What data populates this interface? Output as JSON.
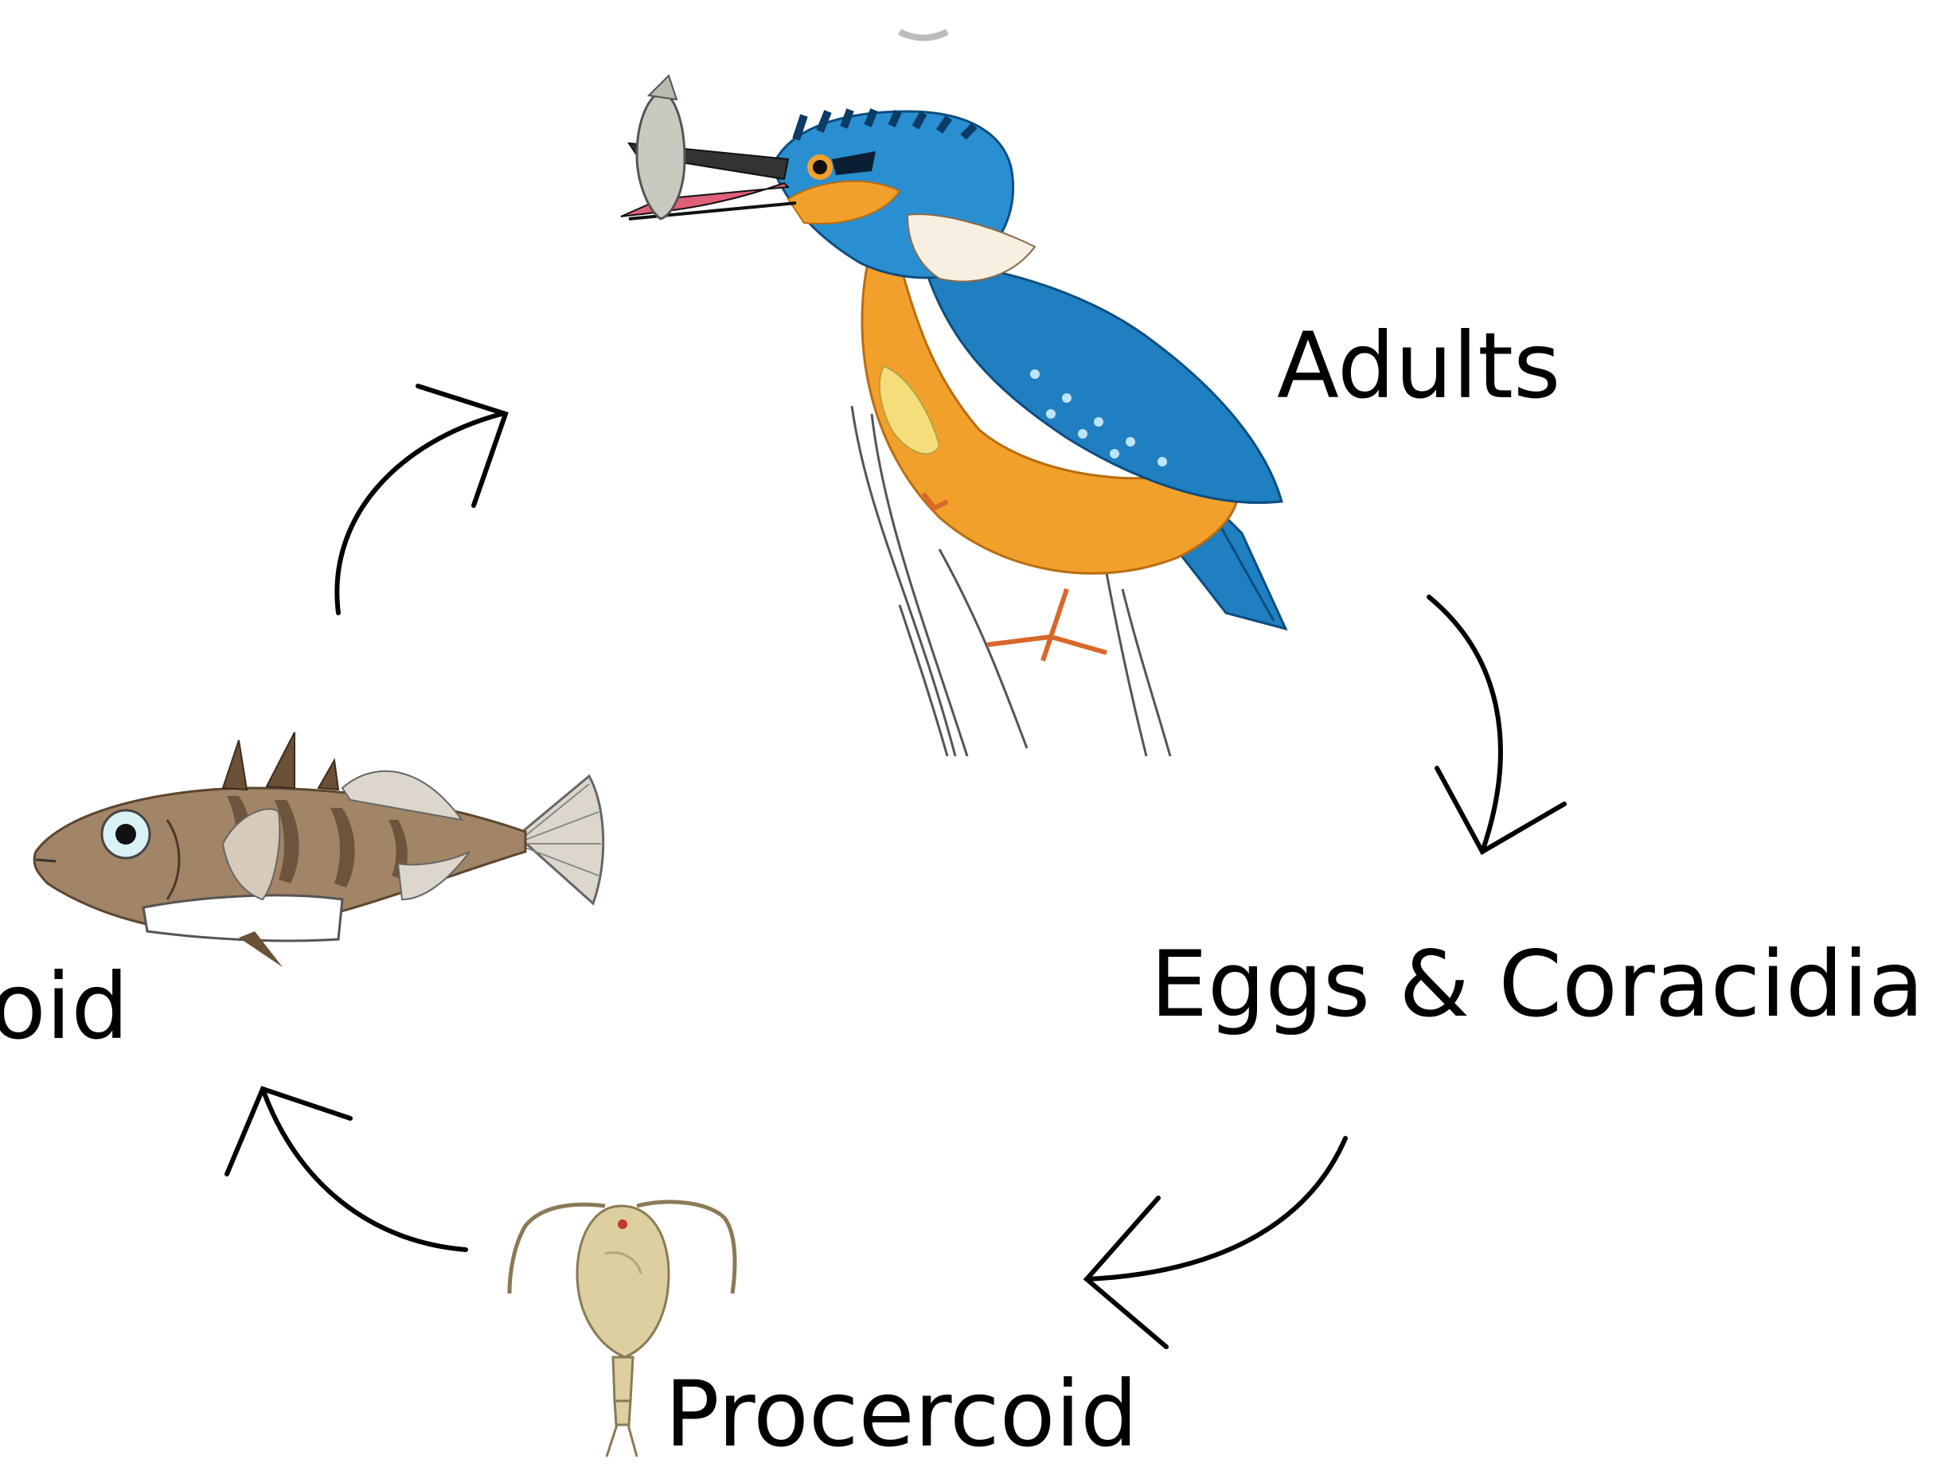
{
  "diagram": {
    "stages": {
      "adults": "Adults",
      "eggs_coracidia": "Eggs & Coracidia",
      "procercoid": "Procercoid",
      "plerocercoid_fragment": "oid"
    },
    "hosts": [
      {
        "stage": "adults",
        "icon": "kingfisher-icon"
      },
      {
        "stage": "procercoid",
        "icon": "copepod-icon"
      },
      {
        "stage": "plerocercoid",
        "icon": "stickleback-icon"
      }
    ],
    "cycle_order": [
      "adults",
      "eggs_coracidia",
      "procercoid",
      "plerocercoid"
    ]
  },
  "colors": {
    "kingfisher_blue": "#1f7fc0",
    "kingfisher_orange": "#f2a02c",
    "fish_brown": "#8a6a4a",
    "copepod_tan": "#d8c89a",
    "arrow": "#000000"
  }
}
